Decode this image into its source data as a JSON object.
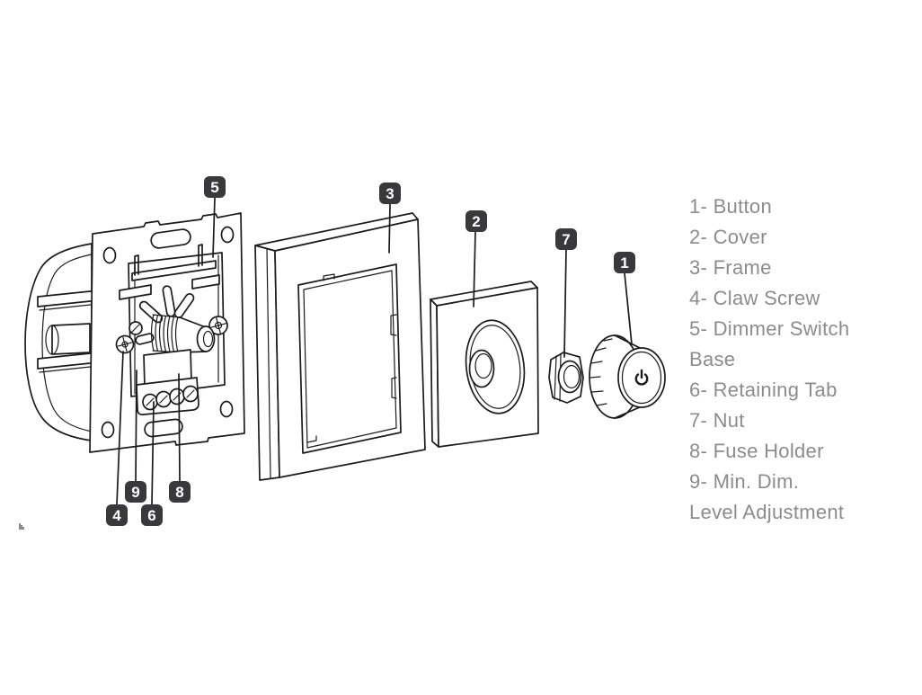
{
  "page": {
    "description": "Exploded parts diagram of a rotary dimmer switch"
  },
  "parts": [
    {
      "num": "1",
      "name": "Button"
    },
    {
      "num": "2",
      "name": "Cover"
    },
    {
      "num": "3",
      "name": "Frame"
    },
    {
      "num": "4",
      "name": "Claw Screw"
    },
    {
      "num": "5",
      "name": "Dimmer Switch Base"
    },
    {
      "num": "6",
      "name": "Retaining Tab"
    },
    {
      "num": "7",
      "name": "Nut"
    },
    {
      "num": "8",
      "name": "Fuse Holder"
    },
    {
      "num": "9",
      "name": "Min. Dim. Level Adjustment"
    }
  ],
  "legend": {
    "lines": [
      "1- Button",
      "2- Cover",
      "3- Frame",
      "4- Claw Screw",
      "5- Dimmer Switch",
      "Base",
      "6- Retaining Tab",
      "7- Nut",
      "8- Fuse Holder",
      "9- Min. Dim.",
      "Level Adjustment"
    ]
  },
  "colors": {
    "badge_background": "#39393b",
    "badge_text": "#ffffff",
    "drawing_line": "#1b1b1b",
    "legend_text": "#8c8c8c",
    "background": "#ffffff"
  }
}
